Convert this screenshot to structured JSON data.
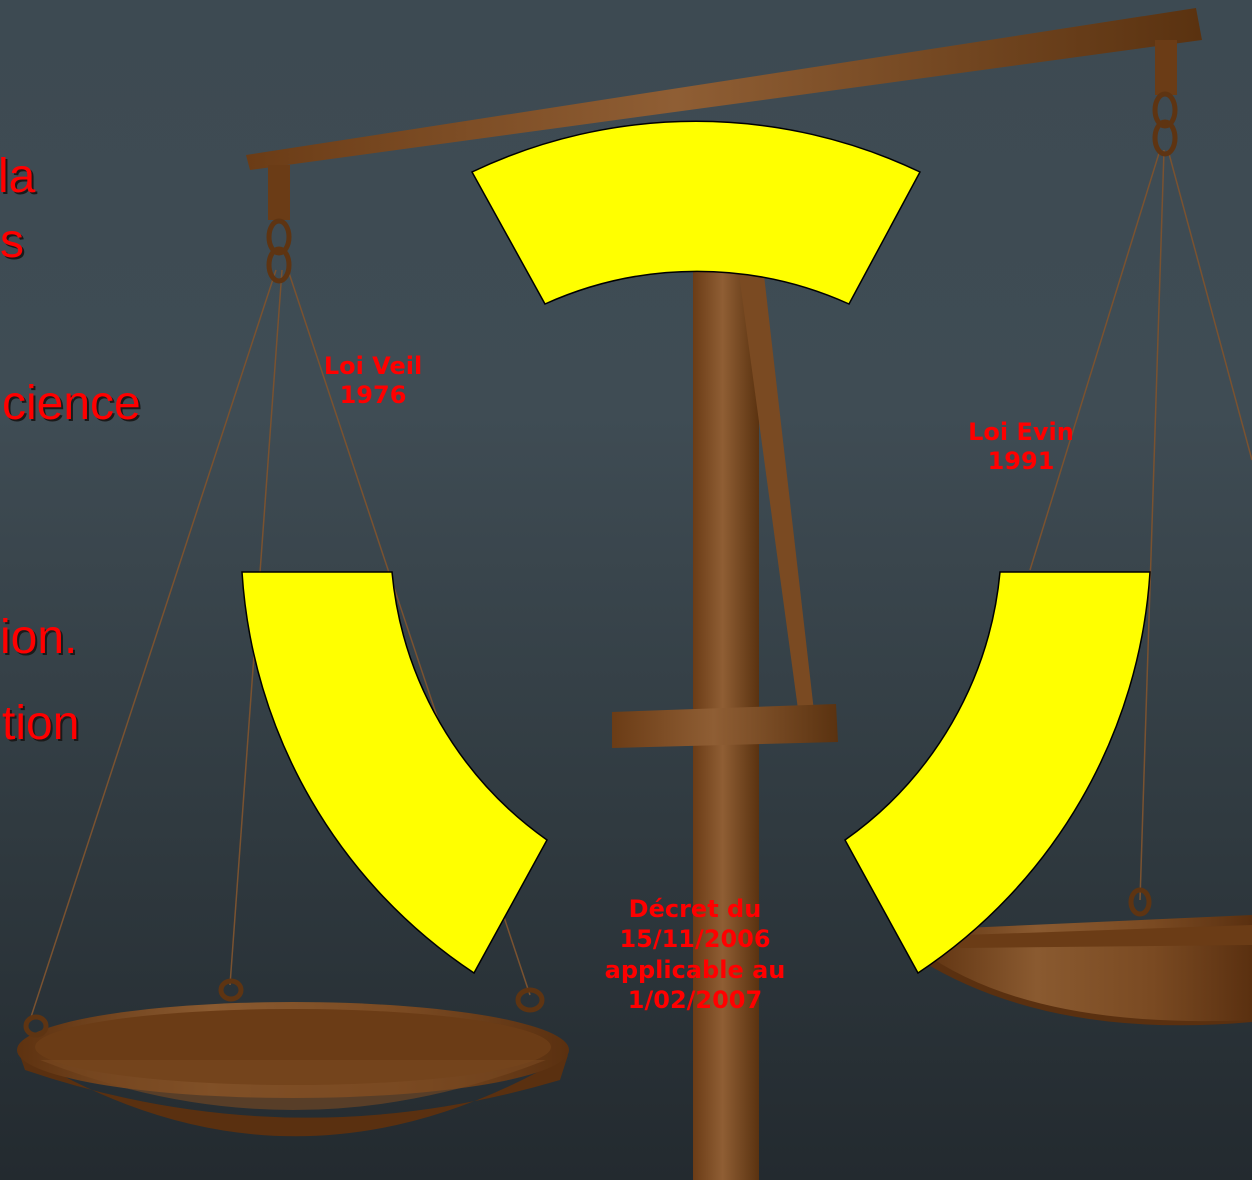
{
  "left_text": {
    "line1": "la",
    "line2": "s",
    "line3": "cience",
    "line4": "ion.",
    "line5": "tion"
  },
  "labels": {
    "loi_veil": [
      "Loi Veil",
      "1976"
    ],
    "loi_evin": [
      "Loi Evin",
      "1991"
    ],
    "decret": [
      "Décret du",
      "15/11/2006",
      "applicable au",
      "1/02/2007"
    ]
  },
  "colors": {
    "segment_fill": "#ffff00",
    "label_text": "#ff0000",
    "wood_dark": "#5e3412",
    "wood_light": "#8a5a30"
  }
}
